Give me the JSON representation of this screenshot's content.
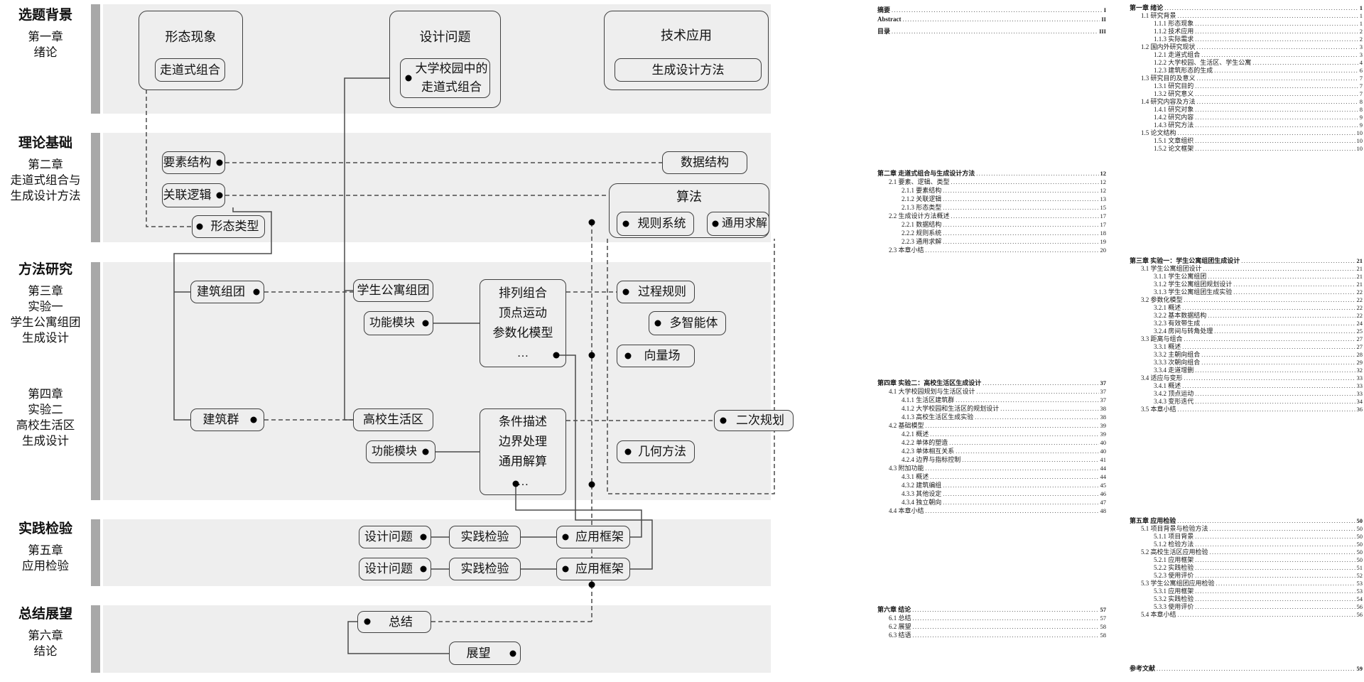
{
  "left_panel": {
    "chapters": [
      {
        "category": "选题背景",
        "lines": [
          "第一章",
          "绪论"
        ]
      },
      {
        "category": "理论基础",
        "lines": [
          "第二章",
          "走道式组合与",
          "生成设计方法"
        ]
      },
      {
        "category": "方法研究",
        "lines": [
          "第三章",
          "实验一",
          "学生公寓组团",
          "生成设计"
        ]
      },
      {
        "category": "",
        "lines": [
          "第四章",
          "实验二",
          "高校生活区",
          "生成设计"
        ]
      },
      {
        "category": "实践检验",
        "lines": [
          "第五章",
          "应用检验"
        ]
      },
      {
        "category": "总结展望",
        "lines": [
          "第六章",
          "结论"
        ]
      }
    ]
  },
  "diagram": {
    "boxes": {
      "morph_phenomenon": "形态现象",
      "corridor_combo": "走道式组合",
      "design_problem": "设计问题",
      "campus_corridor": [
        "大学校园中的",
        "走道式组合"
      ],
      "tech_application": "技术应用",
      "generative_method": "生成设计方法",
      "element_structure": "要素结构",
      "association_logic": "关联逻辑",
      "morph_type": "形态类型",
      "data_structure": "数据结构",
      "algorithm": "算法",
      "rule_system": "规则系统",
      "general_solver": "通用求解",
      "building_cluster": "建筑组团",
      "apartment_cluster": "学生公寓组团",
      "function_module_1": "功能模块",
      "model_1": [
        "排列组合",
        "顶点运动",
        "参数化模型",
        "…"
      ],
      "process_rules": "过程规则",
      "multi_agent": "多智能体",
      "vector_field": "向量场",
      "building_group": "建筑群",
      "campus_living_area": "高校生活区",
      "function_module_2": "功能模块",
      "model_2": [
        "条件描述",
        "边界处理",
        "通用解算",
        "…"
      ],
      "quadratic_programming": "二次规划",
      "geometric_method": "几何方法",
      "design_problem_a": "设计问题",
      "practice_test_a": "实践检验",
      "application_framework_a": "应用框架",
      "design_problem_b": "设计问题",
      "practice_test_b": "实践检验",
      "application_framework_b": "应用框架",
      "summary": "总结",
      "outlook": "展望"
    }
  },
  "toc": {
    "col1": {
      "front": [
        [
          0,
          "摘要",
          "I"
        ],
        [
          0,
          "Abstract",
          "II"
        ],
        [
          0,
          "目录",
          "III"
        ]
      ],
      "ch2": [
        [
          0,
          "第二章 走道式组合与生成设计方法",
          "12"
        ],
        [
          1,
          "2.1 要素、逻辑、类型",
          "12"
        ],
        [
          2,
          "2.1.1 要素结构",
          "12"
        ],
        [
          2,
          "2.1.2 关联逻辑",
          "13"
        ],
        [
          2,
          "2.1.3 形态类型",
          "15"
        ],
        [
          1,
          "2.2 生成设计方法概述",
          "17"
        ],
        [
          2,
          "2.2.1 数据结构",
          "17"
        ],
        [
          2,
          "2.2.2 规则系统",
          "18"
        ],
        [
          2,
          "2.2.3 通用求解",
          "19"
        ],
        [
          1,
          "2.3 本章小结",
          "20"
        ]
      ],
      "ch4": [
        [
          0,
          "第四章 实验二：高校生活区生成设计",
          "37"
        ],
        [
          1,
          "4.1 大学校园规划与生活区设计",
          "37"
        ],
        [
          2,
          "4.1.1 生活区建筑群",
          "37"
        ],
        [
          2,
          "4.1.2 大学校园和生活区的规划设计",
          "38"
        ],
        [
          2,
          "4.1.3 高校生活区生成实验",
          "38"
        ],
        [
          1,
          "4.2 基础模型",
          "39"
        ],
        [
          2,
          "4.2.1 概述",
          "39"
        ],
        [
          2,
          "4.2.2 单体的塑造",
          "40"
        ],
        [
          2,
          "4.2.3 单体相互关系",
          "40"
        ],
        [
          2,
          "4.2.4 边界与指标控制",
          "41"
        ],
        [
          1,
          "4.3 附加功能",
          "44"
        ],
        [
          2,
          "4.3.1 概述",
          "44"
        ],
        [
          2,
          "4.3.2 建筑编组",
          "45"
        ],
        [
          2,
          "4.3.3 其他设定",
          "46"
        ],
        [
          2,
          "4.3.4 独立朝向",
          "47"
        ],
        [
          1,
          "4.4 本章小结",
          "48"
        ]
      ],
      "ch6": [
        [
          0,
          "第六章 结论",
          "57"
        ],
        [
          1,
          "6.1 总结",
          "57"
        ],
        [
          1,
          "6.2 展望",
          "58"
        ],
        [
          1,
          "6.3 结语",
          "58"
        ]
      ]
    },
    "col2": {
      "ch1": [
        [
          0,
          "第一章 绪论",
          "1"
        ],
        [
          1,
          "1.1 研究背景",
          "1"
        ],
        [
          2,
          "1.1.1 形态现象",
          "1"
        ],
        [
          2,
          "1.1.2 技术应用",
          "2"
        ],
        [
          2,
          "1.1.3 实际需求",
          "2"
        ],
        [
          1,
          "1.2 国内外研究现状",
          "3"
        ],
        [
          2,
          "1.2.1 走道式组合",
          "3"
        ],
        [
          2,
          "1.2.2 大学校园、生活区、学生公寓",
          "4"
        ],
        [
          2,
          "1.2.3 建筑形态的生成",
          "6"
        ],
        [
          1,
          "1.3 研究目的及意义",
          "7"
        ],
        [
          2,
          "1.3.1 研究目的",
          "7"
        ],
        [
          2,
          "1.3.2 研究意义",
          "7"
        ],
        [
          1,
          "1.4 研究内容及方法",
          "8"
        ],
        [
          2,
          "1.4.1 研究对象",
          "8"
        ],
        [
          2,
          "1.4.2 研究内容",
          "9"
        ],
        [
          2,
          "1.4.3 研究方法",
          "9"
        ],
        [
          1,
          "1.5 论文结构",
          "10"
        ],
        [
          2,
          "1.5.1 文章组织",
          "10"
        ],
        [
          2,
          "1.5.2 论文框架",
          "10"
        ]
      ],
      "ch3": [
        [
          0,
          "第三章 实验一：学生公寓组团生成设计",
          "21"
        ],
        [
          1,
          "3.1 学生公寓组团设计",
          "21"
        ],
        [
          2,
          "3.1.1 学生公寓组团",
          "21"
        ],
        [
          2,
          "3.1.2 学生公寓组团规划设计",
          "21"
        ],
        [
          2,
          "3.1.3 学生公寓组团生成实验",
          "22"
        ],
        [
          1,
          "3.2 参数化模型",
          "22"
        ],
        [
          2,
          "3.2.1 概述",
          "22"
        ],
        [
          2,
          "3.2.2 基本数据结构",
          "22"
        ],
        [
          2,
          "3.2.3 有效带生成",
          "24"
        ],
        [
          2,
          "3.2.4 房间与转角处理",
          "25"
        ],
        [
          1,
          "3.3 距离与组合",
          "27"
        ],
        [
          2,
          "3.3.1 概述",
          "27"
        ],
        [
          2,
          "3.3.2 主朝向组合",
          "28"
        ],
        [
          2,
          "3.3.3 次朝向组合",
          "29"
        ],
        [
          2,
          "3.3.4 走道增删",
          "32"
        ],
        [
          1,
          "3.4 适应与变形",
          "33"
        ],
        [
          2,
          "3.4.1 概述",
          "33"
        ],
        [
          2,
          "3.4.2 顶点运动",
          "33"
        ],
        [
          2,
          "3.4.3 变形迭代",
          "34"
        ],
        [
          1,
          "3.5 本章小结",
          "36"
        ]
      ],
      "ch5": [
        [
          0,
          "第五章 应用检验",
          "50"
        ],
        [
          1,
          "5.1 项目背景与检验方法",
          "50"
        ],
        [
          2,
          "5.1.1 项目背景",
          "50"
        ],
        [
          2,
          "5.1.2 检验方法",
          "50"
        ],
        [
          1,
          "5.2 高校生活区应用检验",
          "50"
        ],
        [
          2,
          "5.2.1 应用框架",
          "50"
        ],
        [
          2,
          "5.2.2 实践检验",
          "51"
        ],
        [
          2,
          "5.2.3 使用评价",
          "52"
        ],
        [
          1,
          "5.3 学生公寓组团应用检验",
          "53"
        ],
        [
          2,
          "5.3.1 应用框架",
          "53"
        ],
        [
          2,
          "5.3.2 实践检验",
          "54"
        ],
        [
          2,
          "5.3.3 使用评价",
          "56"
        ],
        [
          1,
          "5.4 本章小结",
          "56"
        ]
      ],
      "refs": [
        [
          0,
          "参考文献",
          "59"
        ]
      ]
    }
  },
  "colors": {
    "band": "#eeeeee",
    "bar": "#a8a8a8",
    "line": "#4a4a4a",
    "text": "#111111"
  }
}
